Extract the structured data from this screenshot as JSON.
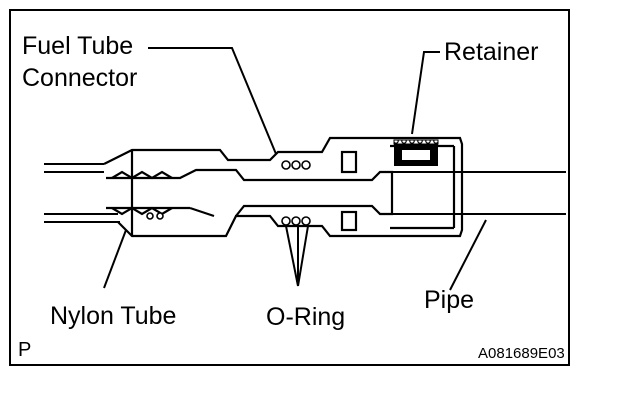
{
  "labels": {
    "fuel_tube_line1": "Fuel Tube",
    "fuel_tube_line2": "Connector",
    "retainer": "Retainer",
    "nylon_tube": "Nylon Tube",
    "o_ring": "O-Ring",
    "pipe": "Pipe",
    "corner_letter": "P",
    "figure_code": "A081689E03"
  }
}
